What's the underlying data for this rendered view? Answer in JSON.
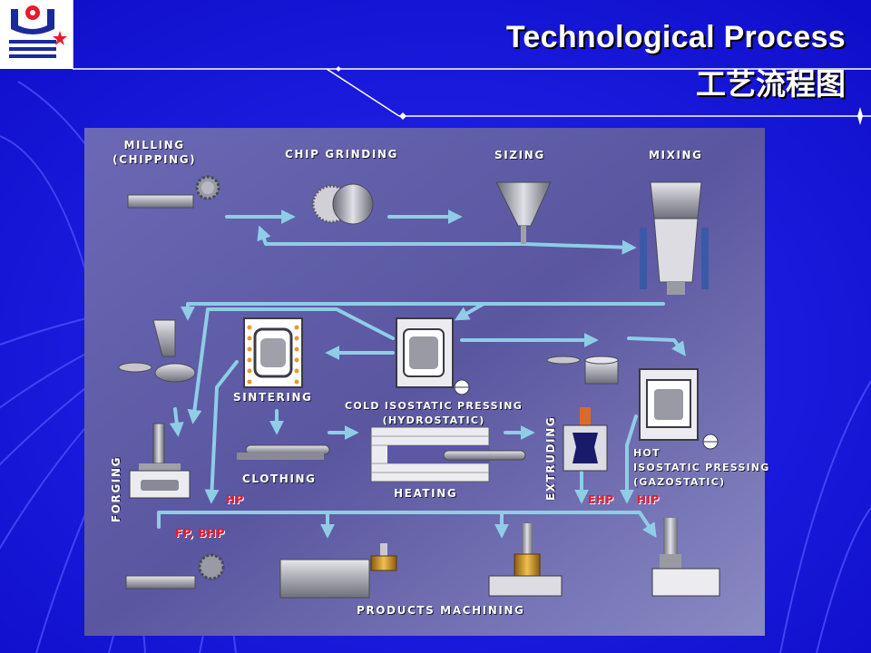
{
  "header": {
    "title": "Technological Process",
    "subtitle": "工艺流程图"
  },
  "colors": {
    "slide_background": "#1414e6",
    "panel_background": "#5c58a4",
    "flow_arrow": "#8fcde6",
    "label_text": "#ffffff",
    "method_tag": "#e8192c"
  },
  "steps": {
    "milling": [
      "Milling",
      "(chipping)"
    ],
    "chip_grinding": "Chip grinding",
    "sizing": "Sizing",
    "mixing": "Mixing",
    "sintering": "Sintering",
    "cold_isostatic": [
      "Cold isostatic pressing",
      "(hydrostatic)"
    ],
    "clothing": "Clothing",
    "heating": "Heating",
    "extruding": "Extruding",
    "hot_isostatic": [
      "Hot",
      "isostatic pressing",
      "(gazostatic)"
    ],
    "forging": "Forging",
    "products_machining": "Products machining"
  },
  "method_tags": {
    "hp": "HP",
    "ehp": "EHP",
    "hip": "HIP",
    "fp_bhp": "FP, BHP"
  }
}
